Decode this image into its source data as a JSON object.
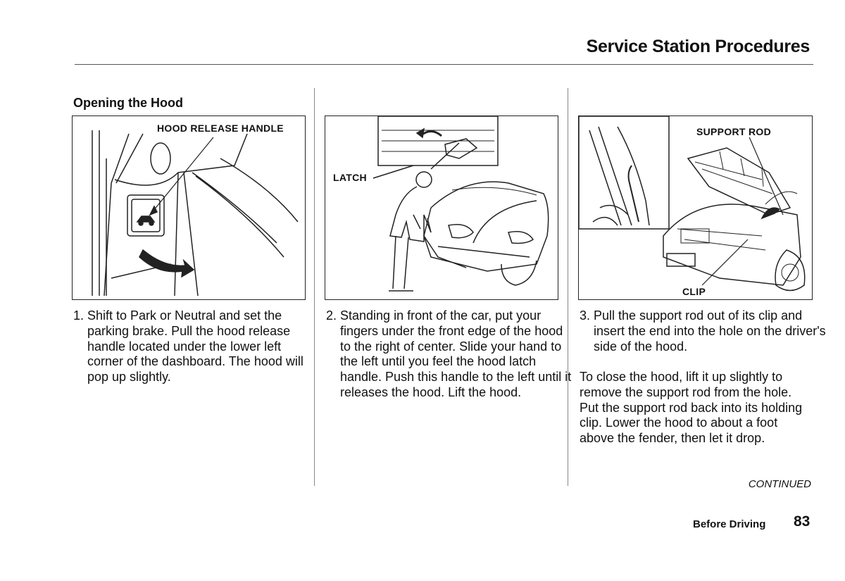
{
  "page": {
    "title": "Service Station Procedures",
    "section_heading": "Opening the Hood",
    "figures": {
      "fig1": {
        "label": "HOOD RELEASE HANDLE"
      },
      "fig2": {
        "label": "LATCH"
      },
      "fig3": {
        "label_top": "SUPPORT ROD",
        "label_bottom": "CLIP"
      }
    },
    "steps": [
      "1. Shift to Park or Neutral and set the parking brake. Pull the hood release handle located under the lower left corner of the dashboard. The hood will pop up slightly.",
      "2. Standing in front of the car, put your fingers under the front edge of the hood to the right of center. Slide your hand to the left until you feel the hood latch handle. Push this handle to the left until it releases the hood. Lift the hood.",
      "3. Pull the support rod out of its clip and insert the end into the hole on the driver's side of the hood."
    ],
    "closing_paragraph": "To close the hood, lift it up slightly to remove the support rod from the hole. Put the support rod back into its holding clip. Lower the hood to about a foot above the fender, then let it drop.",
    "continued": "CONTINUED",
    "footer": {
      "section": "Before Driving",
      "page_number": "83"
    }
  }
}
